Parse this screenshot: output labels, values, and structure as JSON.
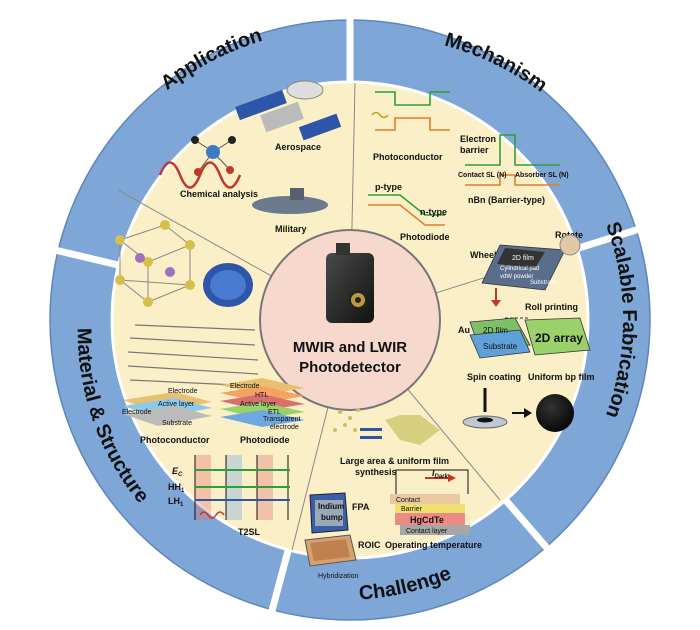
{
  "outer_ring": {
    "segments": [
      {
        "label": "Application"
      },
      {
        "label": "Mechanism"
      },
      {
        "label": "Scalable Fabrication"
      },
      {
        "label": "Challenge"
      },
      {
        "label": "Material & Structure"
      }
    ]
  },
  "center": {
    "title_line1": "MWIR and LWIR",
    "title_line2": "Photodetector"
  },
  "application": {
    "aerospace": "Aerospace",
    "chemical": "Chemical analysis",
    "military": "Military"
  },
  "mechanism": {
    "photoconductor": "Photoconductor",
    "electron_barrier_1": "Electron",
    "electron_barrier_2": "barrier",
    "contact_sl": "Contact SL (N)",
    "absorber_sl": "Absorber SL (N)",
    "p_type": "p-type",
    "n_type": "n-type",
    "nbn": "nBn (Barrier-type)",
    "photodiode": "Photodiode"
  },
  "fabrication": {
    "wheel": "Wheel",
    "rotate": "Rotate",
    "film_2d": "2D film",
    "cylindrical_pad": "Cylindrical pad",
    "vdw_powder": "vdW powder",
    "substrate": "Substrate",
    "roll_printing": "Roll printing",
    "au": "Au",
    "film_2d_b": "2D film",
    "substrate_b": "Substrate",
    "array_2d": "2D array",
    "spin_coating": "Spin coating",
    "uniform_bp": "Uniform bp film"
  },
  "challenge": {
    "large_area_1": "Large area & uniform film",
    "large_area_2": "synthesis",
    "i_dark": "I",
    "i_dark_sub": "Dark",
    "contact": "Contact",
    "barrier": "Barrier",
    "hgcdte": "HgCdTe",
    "contact_layer": "Contact layer",
    "operating_temp": "Operating temperature",
    "indium_1": "Indium",
    "indium_2": "bump",
    "fpa": "FPA",
    "roic": "ROIC",
    "hybridization": "Hybridization"
  },
  "material": {
    "electrode_l": "Electrode",
    "active_layer_l": "Active layer",
    "electrode_l2": "Electrode",
    "substrate_l": "Substrate",
    "electrode_r": "Electrode",
    "htl": "HTL",
    "active_layer_r": "Active layer",
    "etl": "ETL",
    "transparent_1": "Transparent",
    "transparent_2": "electrode",
    "photoconductor": "Photoconductor",
    "photodiode": "Photodiode",
    "ec": "E",
    "ec_sub": "C",
    "hh1": "HH",
    "hh1_sub": "1",
    "lh1": "LH",
    "lh1_sub": "1",
    "t2sl": "T2SL"
  },
  "colors": {
    "ring": "#7ea6d6",
    "ring_edge": "#ffffff",
    "inner_fill": "#fbefc7",
    "center_fill": "#f6d9cc",
    "line_gray": "#999999"
  }
}
